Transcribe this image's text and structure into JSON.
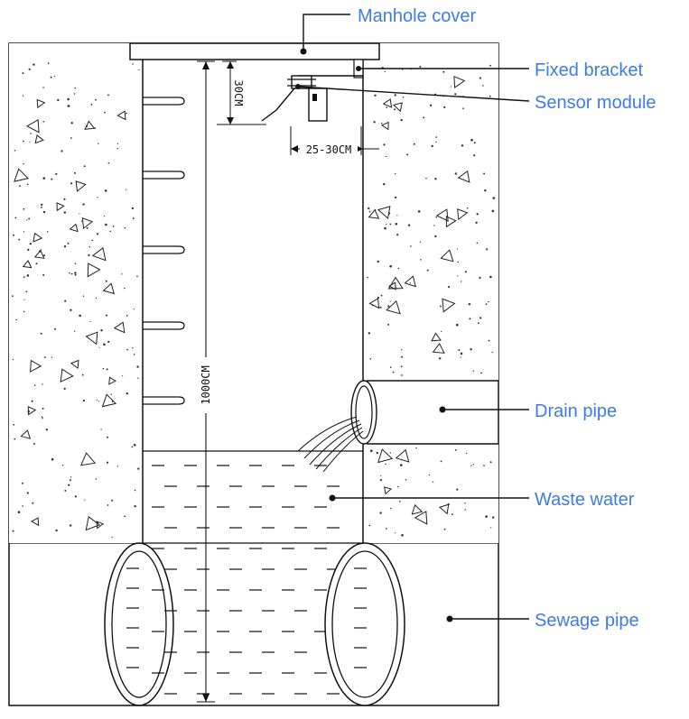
{
  "labels": {
    "manhole_cover": "Manhole cover",
    "fixed_bracket": "Fixed bracket",
    "sensor_module": "Sensor module",
    "drain_pipe": "Drain pipe",
    "waste_water": "Waste water",
    "sewage_pipe": "Sewage pipe"
  },
  "dimensions": {
    "sensor_to_cover": "30CM",
    "sensor_offset": "25-30CM",
    "well_depth": "1000CM"
  },
  "colors": {
    "callout_text": "#3d7be8",
    "line": "#111111",
    "background": "#ffffff"
  }
}
